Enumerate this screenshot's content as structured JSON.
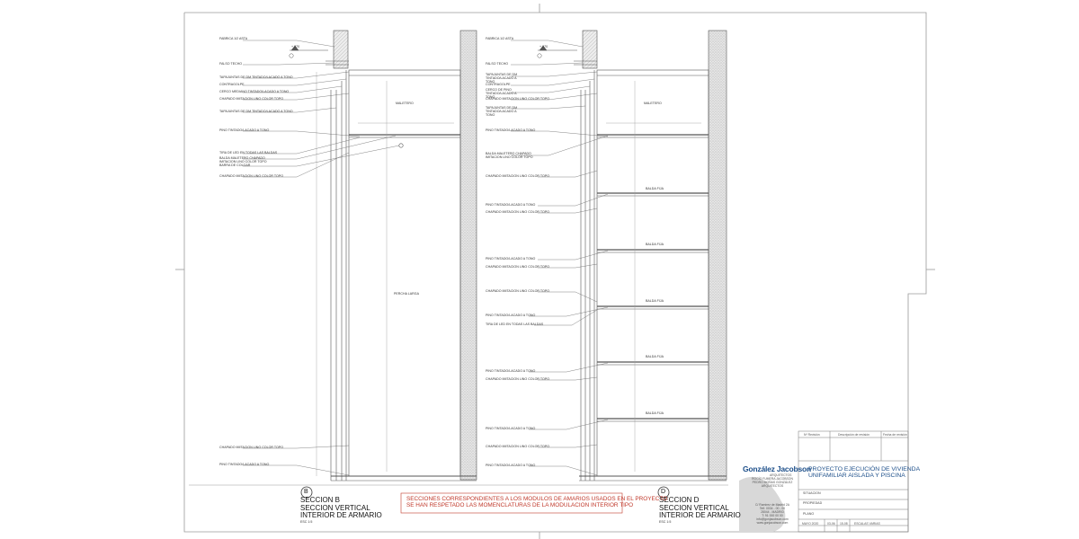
{
  "section_b": {
    "letter": "B",
    "line1": "SECCION B",
    "line2": "SECCION VERTICAL",
    "line3": "INTERIOR DE ARMARIO",
    "scale": "ESC 1:5",
    "labels": [
      "FABRICA 1/2 ASTA",
      "FALSO TECHO",
      "TAPAJUNTAS DE DM TINTADO/LACADO A TONO",
      "CONTRAGOLPE",
      "CERCO MEDIANO TINTADO/LACADO A TONO",
      "CHAPADO IMITACION LINO COLOR TOPO",
      "TAPAJUNTAS DE DM TINTADO/LACADO A TONO",
      "PINO TINTADO/LACADO A TONO",
      "TIRA DE LED EN TODAS LAS BALDAS",
      "BALDA MALETERO CHAPADO IMITACION LINO COLOR TOPO",
      "BARRA DE COLGAR",
      "CHAPADO IMITACION LINO COLOR TOPO",
      "CHAPADO IMITACION LINO COLOR TOPO",
      "PINO TINTADO/LACADO A TONO"
    ],
    "inner": [
      "MALETERO",
      "PERCHA LARGA"
    ]
  },
  "section_d": {
    "letter": "D",
    "line1": "SECCION D",
    "line2": "SECCION VERTICAL",
    "line3": "INTERIOR DE ARMARIO",
    "scale": "ESC 1:5",
    "labels": [
      "FABRICA 1/2 ASTA",
      "FALSO TECHO",
      "TAPAJUNTAS DE DM TINTADO/LACADO A TONO",
      "CONTRAGOLPE",
      "CERCO DE PINO TINTADO/LACADO A TONO",
      "CHAPADO IMITACION LINO COLOR TOPO",
      "TAPAJUNTAS DE DM TINTADO/LACADO A TONO",
      "PINO TINTADO/LACADO A TONO",
      "BALDA MALETERO CHAPADO IMITACION LINO COLOR TOPO",
      "CHAPADO IMITACION LINO COLOR TOPO",
      "PINO TINTADO/LACADO A TONO",
      "CHAPADO IMITACION LINO COLOR TOPO",
      "PINO TINTADO/LACADO A TONO",
      "CHAPADO IMITACION LINO COLOR TOPO",
      "CHAPADO IMITACION LINO COLOR TOPO",
      "PINO TINTADO/LACADO A TONO",
      "TIRA DE LED EN TODAS LAS BALDAS",
      "PINO TINTADO/LACADO A TONO",
      "CHAPADO IMITACION LINO COLOR TOPO",
      "PINO TINTADO/LACADO A TONO",
      "CHAPADO IMITACION LINO COLOR TOPO",
      "PINO TINTADO/LACADO A TONO"
    ],
    "inner": [
      "MALETERO",
      "BALDA FIJA",
      "BALDA FIJA",
      "BALDA FIJA",
      "BALDA FIJA",
      "BALDA FIJA"
    ]
  },
  "level_mark": "+ 270",
  "note": {
    "line1": "SECCIONES CORRESPONDIENTES A LOS MODULOS DE AMARIOS USADOS EN EL PROYECTO",
    "line2": "SE HAN RESPETADO LAS MOMENCLATURAS DE LA MODULACION INTERIOR TIPO"
  },
  "revision_table": {
    "headers": [
      "Nº Revisión",
      "Descripción de revisión",
      "Fecha de revisión"
    ]
  },
  "title_block": {
    "logo": "González Jacobson",
    "logo_sub": "ARQUITECTOS",
    "firm_lines": [
      "ROCÍO FUMERA JACOBSON",
      "PEDRO MOÑAS GONZÁLEZ",
      "ARQUITECTOS"
    ],
    "contact_lines": [
      "C/ Ramirez de Madrid 2A",
      "Telf. 0034 - 00 - 00",
      "28044 - MADRID",
      "T: 91 000 00 00",
      "info@gonjacobson.com",
      "www.gonjacobson.com"
    ],
    "project_line1": "PROYECTO EJECUCIÓN DE VIVIENDA",
    "project_line2": "UNIFAMILIAR AISLADA Y PISCINA",
    "fields": [
      "SITUACION",
      "PROPIEDAD",
      "PLANO"
    ],
    "bottom": [
      "MAYO 2020",
      "03-06",
      "15-08",
      "ESCALAS VARIAS"
    ],
    "accent": "#1d4f8a"
  }
}
